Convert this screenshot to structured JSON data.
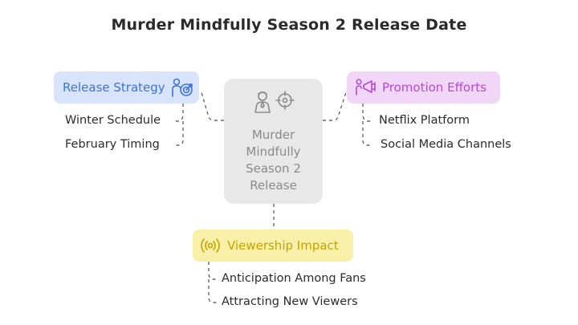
{
  "title": "Murder Mindfully Season 2 Release Date",
  "center": {
    "label": "Murder Mindfully Season 2 Release"
  },
  "branches": {
    "release": {
      "title": "Release Strategy",
      "icon": "strategy-target-icon",
      "color": "#3f73d6",
      "items": [
        "Winter Schedule",
        "February Timing"
      ]
    },
    "promotion": {
      "title": "Promotion Efforts",
      "icon": "megaphone-icon",
      "color": "#b24bd0",
      "items": [
        "Netflix Platform",
        "Social Media Channels"
      ]
    },
    "viewership": {
      "title": "Viewership Impact",
      "icon": "broadcast-icon",
      "color": "#c4a300",
      "items": [
        "Anticipation Among Fans",
        "Attracting New Viewers"
      ]
    }
  }
}
